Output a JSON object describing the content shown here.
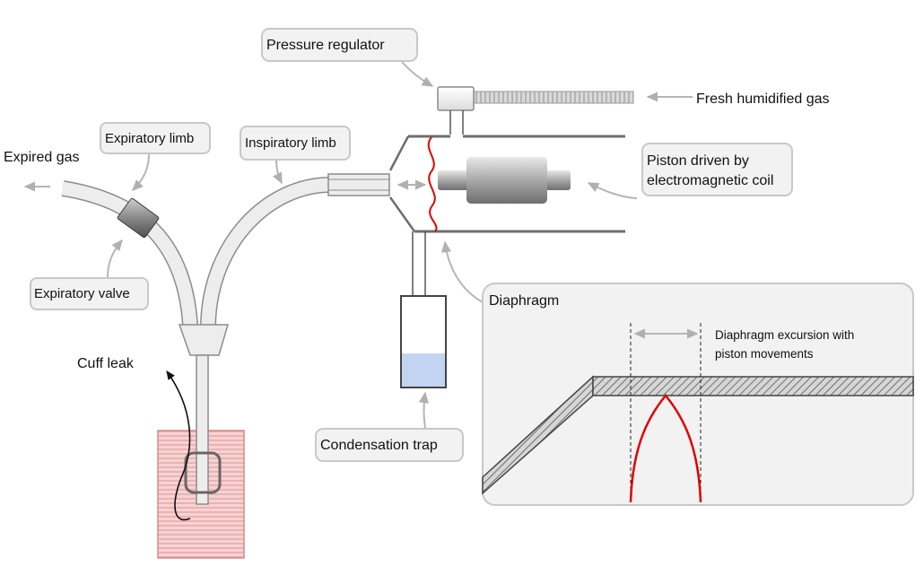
{
  "labels": {
    "pressure_regulator": "Pressure regulator",
    "fresh_gas": "Fresh humidified gas",
    "expired_gas": "Expired gas",
    "expiratory_limb": "Expiratory limb",
    "inspiratory_limb": "Inspiratory limb",
    "piston_line1": "Piston driven by",
    "piston_line2": "electromagnetic coil",
    "expiratory_valve": "Expiratory valve",
    "cuff_leak": "Cuff leak",
    "diaphragm": "Diaphragm",
    "excursion_line1": "Diaphragm excursion with",
    "excursion_line2": "piston movements",
    "condensation_trap": "Condensation trap"
  },
  "colors": {
    "diaphragm_red": "#e00000",
    "label_box_fill": "#f2f2f2",
    "label_box_border": "#c8c8c8",
    "water": "#c3d3f2",
    "cuff_fill": "#f7d3d3",
    "cuff_lines": "#d98a8a",
    "arrow_gray": "#b5b5b5"
  }
}
